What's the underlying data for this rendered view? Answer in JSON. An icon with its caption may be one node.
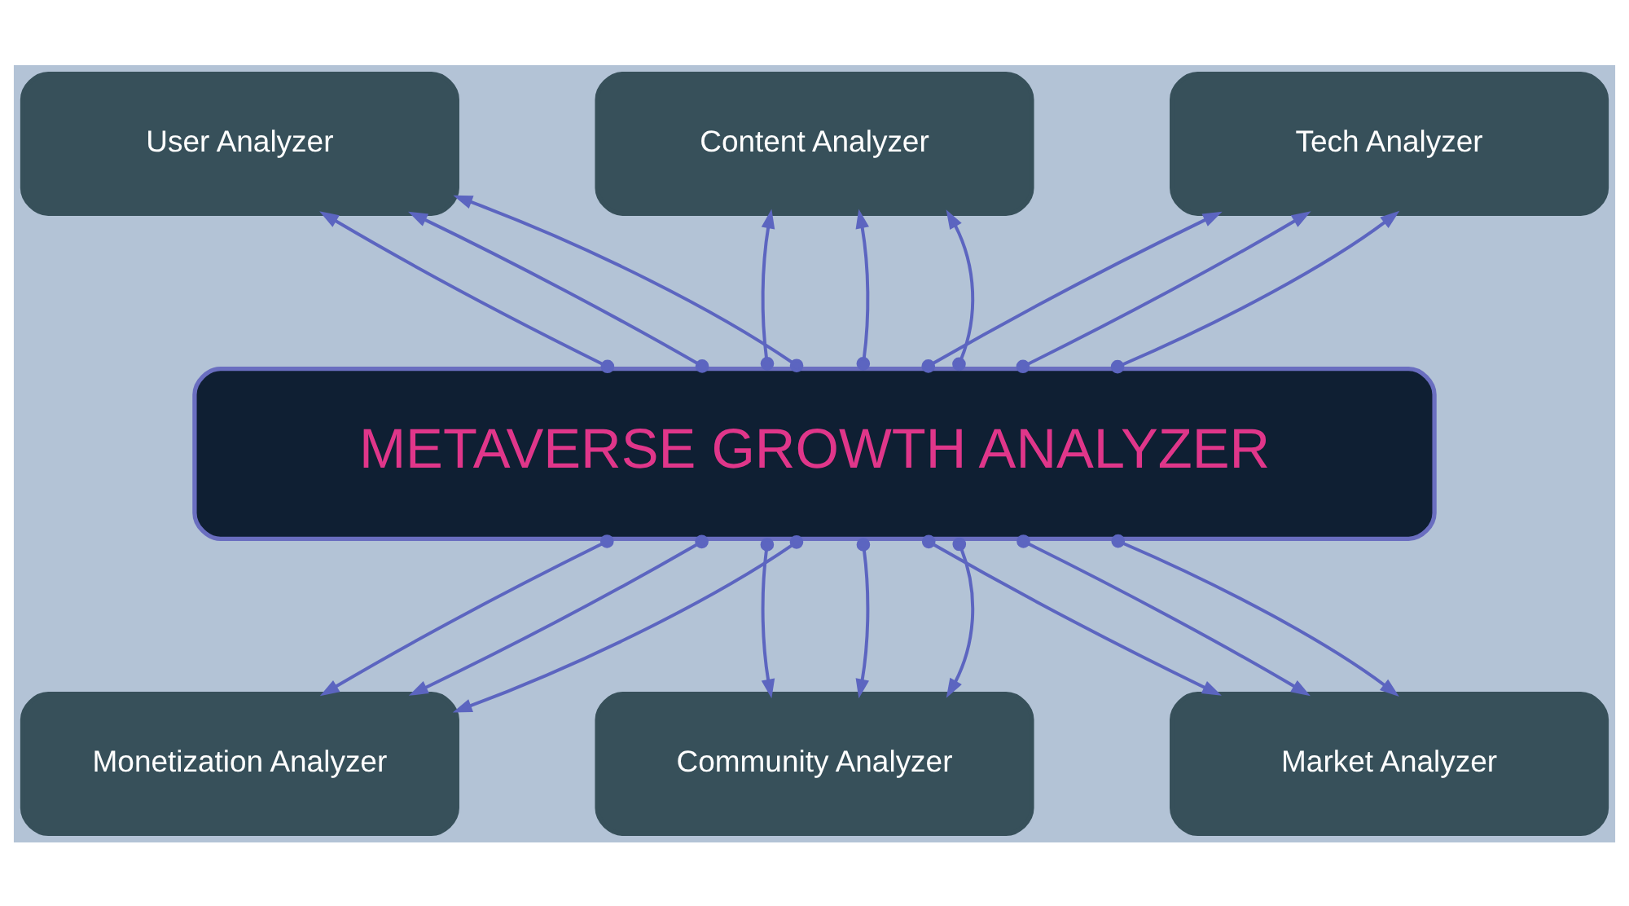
{
  "diagram": {
    "nodes": [
      {
        "text": [
          "User Analyzer"
        ]
      },
      {
        "text": [
          "Content Analyzer"
        ]
      },
      {
        "text": [
          "Tech Analyzer"
        ]
      },
      {
        "text": [
          "METAVERSE GROWTH ANALYZER"
        ]
      },
      {
        "text": [
          "Monetization Analyzer"
        ]
      },
      {
        "text": [
          "Community Analyzer"
        ]
      },
      {
        "text": [
          "Market Analyzer"
        ]
      }
    ],
    "edges": [
      {
        "from": 3,
        "to": 0,
        "arrow": "to"
      },
      {
        "from": 3,
        "to": 0,
        "arrow": "to"
      },
      {
        "from": 3,
        "to": 0,
        "arrow": "to"
      },
      {
        "from": 3,
        "to": 1,
        "arrow": "to"
      },
      {
        "from": 3,
        "to": 1,
        "arrow": "to"
      },
      {
        "from": 3,
        "to": 1,
        "arrow": "to"
      },
      {
        "from": 3,
        "to": 2,
        "arrow": "to"
      },
      {
        "from": 3,
        "to": 2,
        "arrow": "to"
      },
      {
        "from": 3,
        "to": 2,
        "arrow": "to"
      },
      {
        "from": 3,
        "to": 4,
        "arrow": "to"
      },
      {
        "from": 3,
        "to": 4,
        "arrow": "to"
      },
      {
        "from": 3,
        "to": 4,
        "arrow": "to"
      },
      {
        "from": 3,
        "to": 5,
        "arrow": "to"
      },
      {
        "from": 3,
        "to": 5,
        "arrow": "to"
      },
      {
        "from": 3,
        "to": 5,
        "arrow": "to"
      },
      {
        "from": 3,
        "to": 6,
        "arrow": "to"
      },
      {
        "from": 3,
        "to": 6,
        "arrow": "to"
      },
      {
        "from": 3,
        "to": 6,
        "arrow": "to"
      }
    ]
  }
}
